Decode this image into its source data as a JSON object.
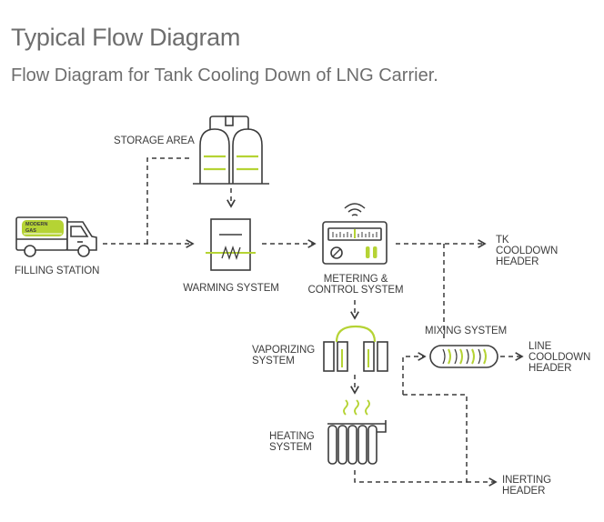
{
  "header": {
    "title": "Typical Flow Diagram",
    "subtitle": "Flow Diagram for Tank Cooling Down of LNG Carrier."
  },
  "truck": {
    "sign": [
      "MODERN",
      "GAS"
    ]
  },
  "nodes": {
    "storage_area": "STORAGE AREA",
    "filling_station": "FILLING STATION",
    "warming_system": "WARMING SYSTEM",
    "metering_control": "METERING &\nCONTROL SYSTEM",
    "tk_cooldown": "TK\nCOOLDOWN\nHEADER",
    "mixing_system": "MIXING SYSTEM",
    "line_cooldown": "LINE\nCOOLDOWN\nHEADER",
    "vaporizing_system": "VAPORIZING\nSYSTEM",
    "heating_system": "HEATING\nSYSTEM",
    "inerting_header": "INERTING\nHEADER"
  },
  "colors": {
    "accent": "#b5d334",
    "line": "#3c3c3c",
    "title": "#6e6e6e"
  }
}
